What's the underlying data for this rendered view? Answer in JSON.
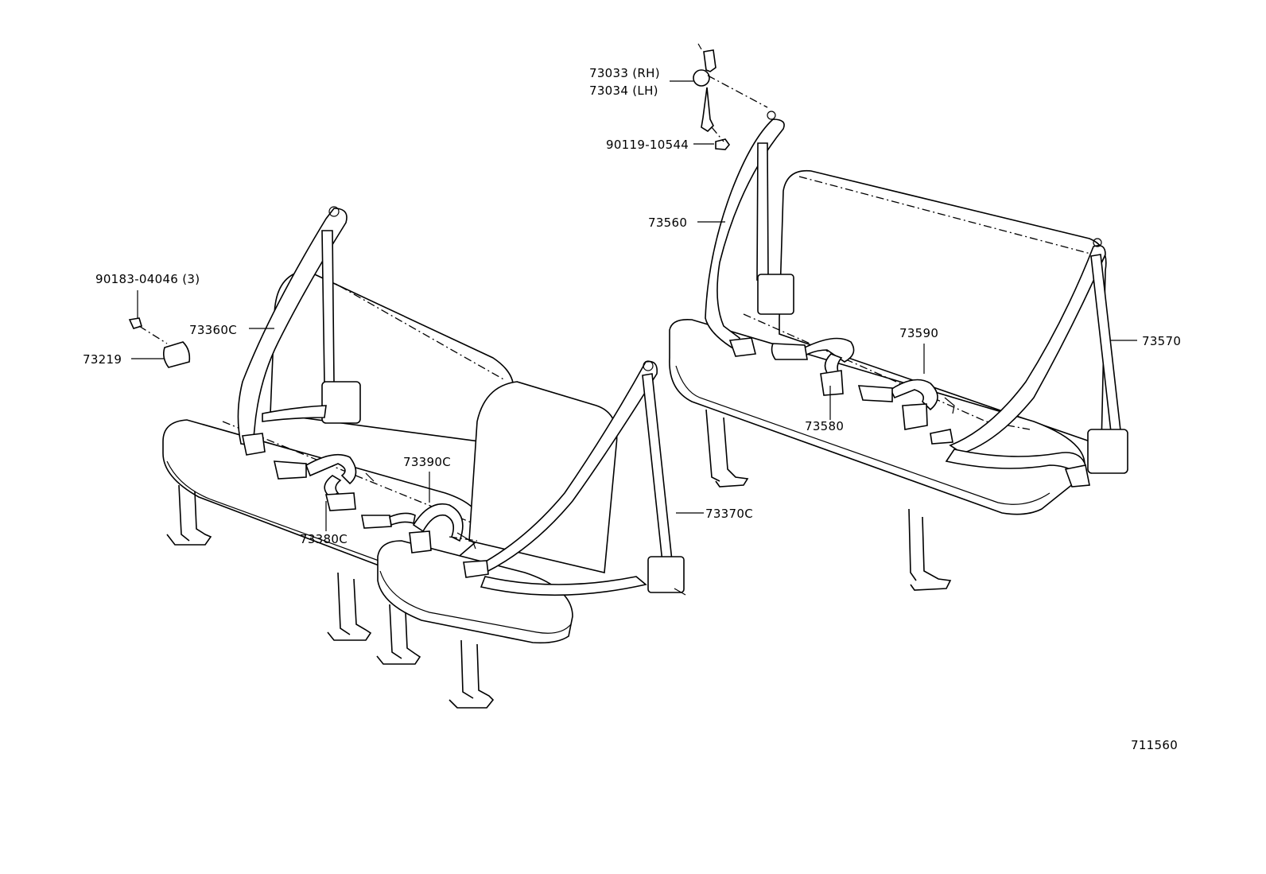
{
  "diagram": {
    "drawing_number": "711560",
    "parts": [
      {
        "id": "p1",
        "label": "73033 (RH)"
      },
      {
        "id": "p2",
        "label": "73034 (LH)"
      },
      {
        "id": "p3",
        "label": "90119-10544"
      },
      {
        "id": "p4",
        "label": "73560"
      },
      {
        "id": "p5",
        "label": "73590"
      },
      {
        "id": "p6",
        "label": "73570"
      },
      {
        "id": "p7",
        "label": "73580"
      },
      {
        "id": "p8",
        "label": "90183-04046 (3)"
      },
      {
        "id": "p9",
        "label": "73360C"
      },
      {
        "id": "p10",
        "label": "73219"
      },
      {
        "id": "p11",
        "label": "73390C"
      },
      {
        "id": "p12",
        "label": "73370C"
      },
      {
        "id": "p13",
        "label": "73380C"
      }
    ]
  }
}
